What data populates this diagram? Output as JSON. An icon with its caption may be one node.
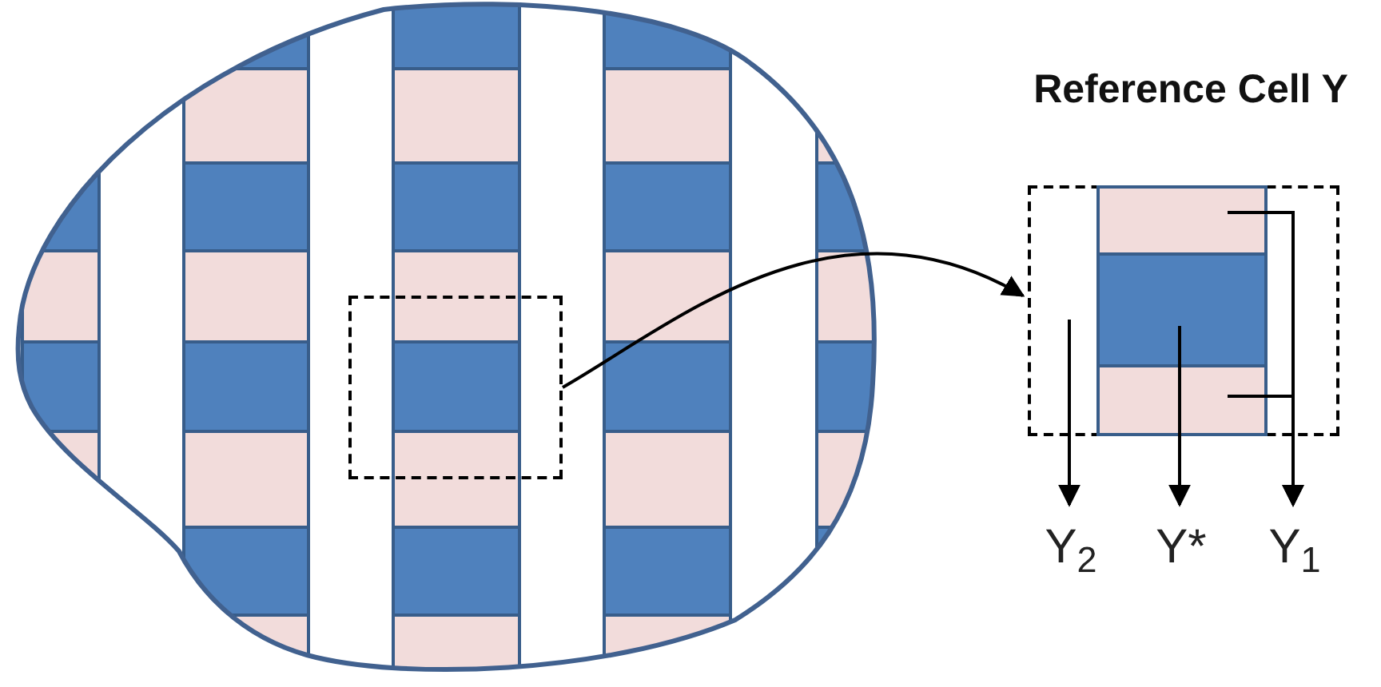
{
  "diagram": {
    "nodes": [
      {
        "text": [],
        "shape": "box"
      },
      {
        "text": [
          "Reference Cell Y"
        ]
      },
      {
        "text": [
          "Y$_{2}$"
        ]
      },
      {
        "text": [
          "Y*"
        ]
      },
      {
        "text": [
          "Y$_{1}$"
        ]
      }
    ],
    "edges": [
      {
        "from": 0,
        "to": 1,
        "arrow": "to"
      },
      {
        "from": 1,
        "to": 2,
        "arrow": "to"
      },
      {
        "from": 1,
        "to": 3,
        "arrow": "to"
      },
      {
        "from": 1,
        "to": 4,
        "arrow": "to"
      },
      {
        "from": 1,
        "to": 4,
        "arrow": "to"
      }
    ]
  }
}
